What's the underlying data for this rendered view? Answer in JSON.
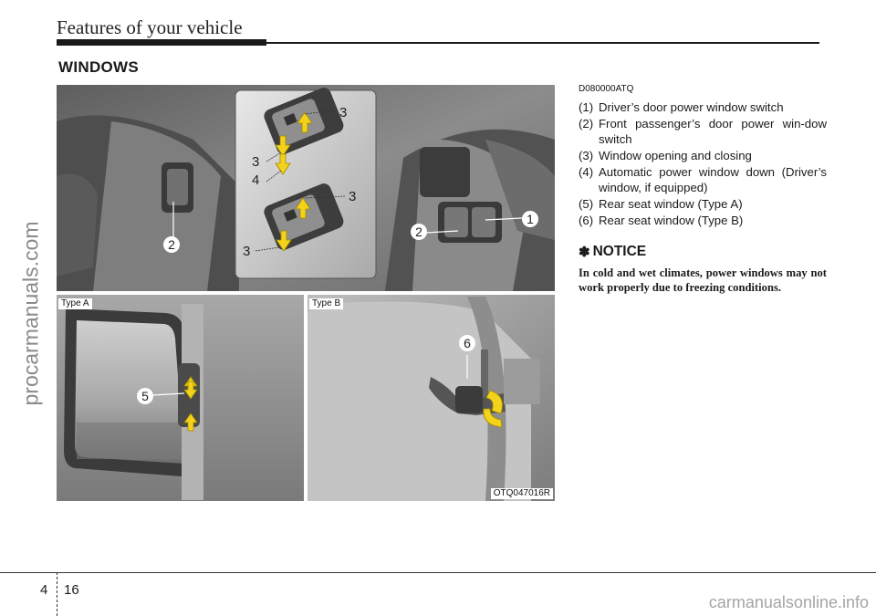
{
  "header": {
    "title": "Features of your vehicle"
  },
  "section": {
    "title": "WINDOWS"
  },
  "figure": {
    "type_a_label": "Type A",
    "type_b_label": "Type B",
    "code": "OTQ047016R",
    "callouts": {
      "inset_3a": "3",
      "inset_3b": "3",
      "inset_4": "4",
      "inset_3c": "3",
      "inset_3d": "3",
      "door_2_left": "2",
      "door_2_right": "2",
      "door_1": "1",
      "rear_5": "5",
      "rear_6": "6"
    }
  },
  "content": {
    "doc_code": "D080000ATQ",
    "items": [
      {
        "num": "(1)",
        "text": "Driver’s door power window switch"
      },
      {
        "num": "(2)",
        "text": "Front passenger’s door power win-dow switch"
      },
      {
        "num": "(3)",
        "text": "Window opening and closing"
      },
      {
        "num": "(4)",
        "text": "Automatic power window down (Driver’s window, if equipped)"
      },
      {
        "num": "(5)",
        "text": "Rear seat window (Type A)"
      },
      {
        "num": "(6)",
        "text": "Rear seat window (Type B)"
      }
    ],
    "notice": {
      "symbol": "✽",
      "title": "NOTICE",
      "body": "In cold and wet climates, power windows may not work properly due to freezing conditions."
    }
  },
  "footer": {
    "chapter": "4",
    "page": "16"
  },
  "watermarks": {
    "left": "procarmanuals.com",
    "bottom": "carmanualsonline.info"
  }
}
